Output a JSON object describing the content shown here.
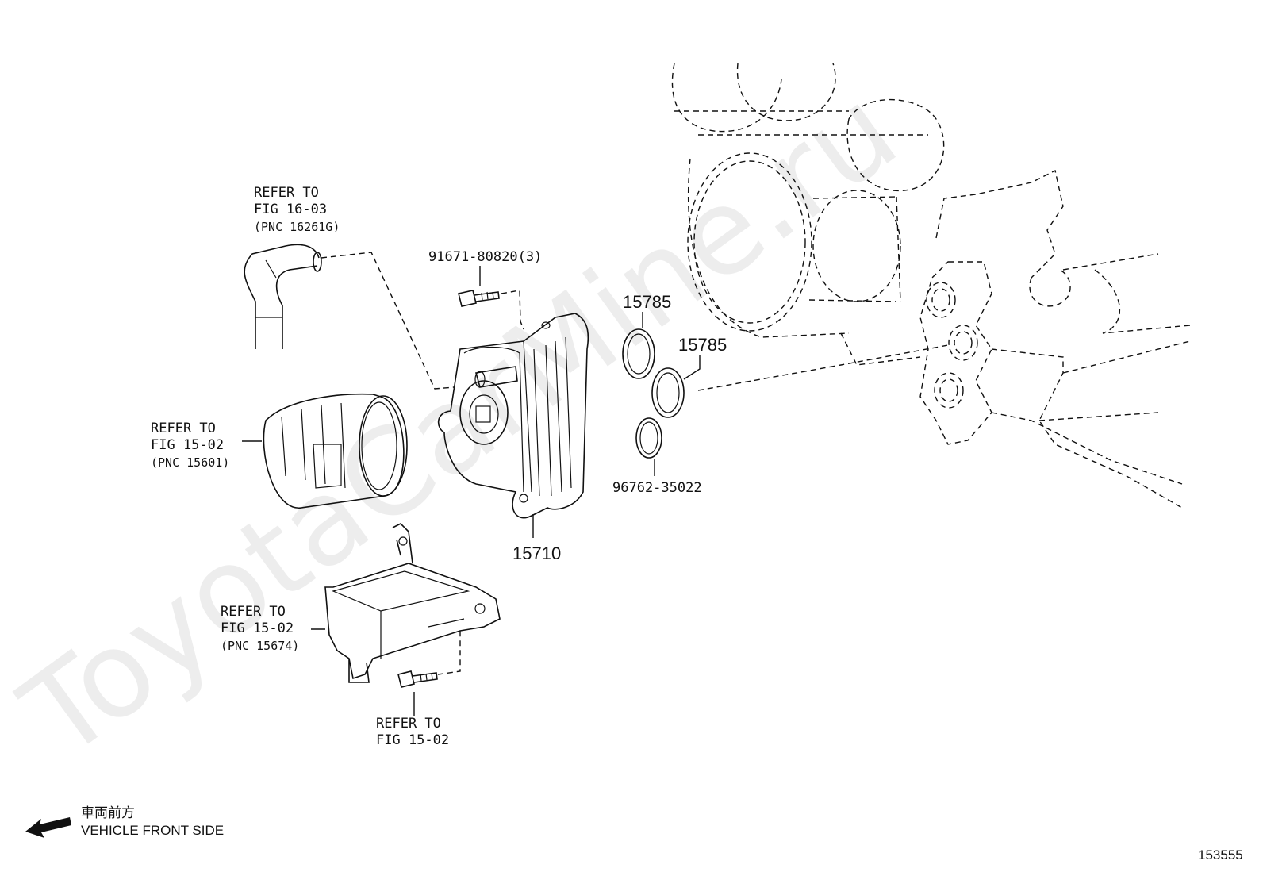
{
  "watermark": "ToyotaCarMine.ru",
  "labels": {
    "oil_hose_ref": [
      "REFER TO",
      "FIG 16-03",
      "(PNC 16261G)"
    ],
    "oil_filter_ref": [
      "REFER TO",
      "FIG 15-02",
      "(PNC 15601)"
    ],
    "oil_pan_ref": [
      "REFER TO",
      "FIG 15-02",
      "(PNC 15674)"
    ],
    "bolt_ref": [
      "REFER TO",
      "FIG 15-02"
    ]
  },
  "part_numbers": {
    "bolt": "91671-80820(3)",
    "oring_upper": "15785",
    "oring_middle": "15785",
    "oring_lower": "96762-35022",
    "oil_cooler": "15710"
  },
  "direction": {
    "jp_label": "車両前方",
    "en_label": "VEHICLE FRONT SIDE"
  },
  "figure_id": "153555"
}
